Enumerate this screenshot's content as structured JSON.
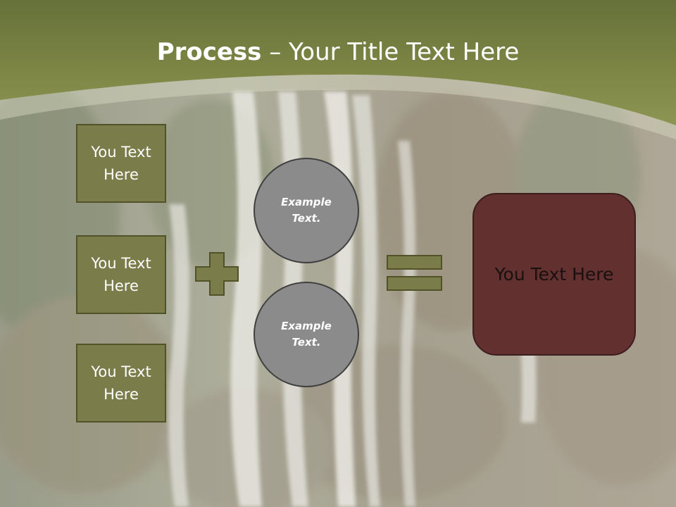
{
  "slide": {
    "title_bold": "Process",
    "title_rest": " – Your Title Text Here",
    "left_boxes": [
      "You Text Here",
      "You Text Here",
      "You Text Here"
    ],
    "circles": [
      "Example Text.",
      "Example Text."
    ],
    "result_text": "You Text Here"
  },
  "colors": {
    "header_band": "#7e8745",
    "box_fill": "#7a7c4a",
    "circle_fill": "#8b8b8b",
    "result_fill": "#633030"
  }
}
